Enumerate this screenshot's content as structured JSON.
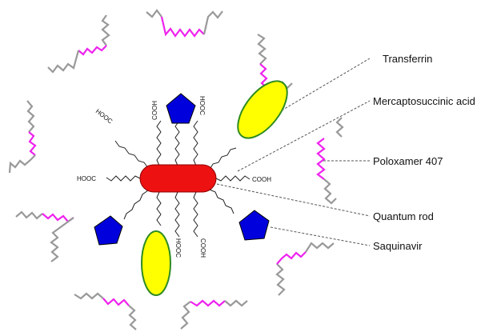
{
  "labels": {
    "transferrin": "Transferrin",
    "mercaptosuccinic": "Mercaptosuccinic acid",
    "poloxamer": "Poloxamer 407",
    "quantum_rod": "Quantum rod",
    "saquinavir": "Saquinavir"
  },
  "cooh": "COOH",
  "hooc": "HOOC",
  "colors": {
    "quantum_rod": "#ee1111",
    "transferrin_fill": "#ffff00",
    "transferrin_stroke": "#2e8b22",
    "saquinavir_fill": "#0000dd",
    "polymer_gray": "#999999",
    "polymer_magenta": "#ee22ee",
    "chain": "#222222",
    "leader": "#555555"
  }
}
